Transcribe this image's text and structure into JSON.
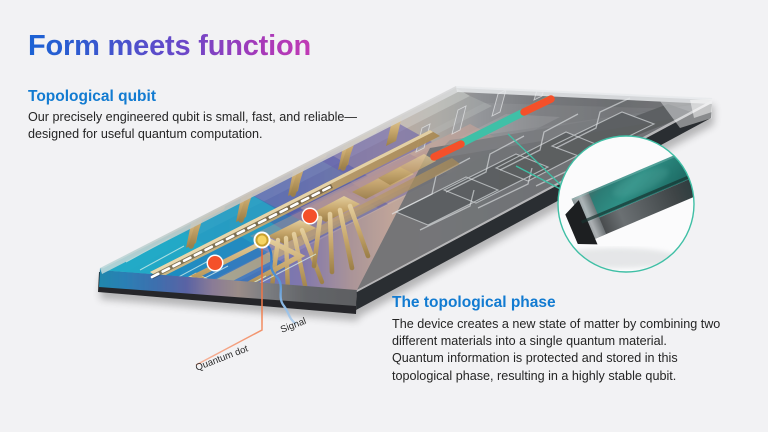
{
  "background_color": "#f2f2f4",
  "header": {
    "title": "Form meets function",
    "title_gradient_from": "#1b62d4",
    "title_gradient_to": "#c13ab5"
  },
  "sections": [
    {
      "id": "topological-qubit",
      "heading": "Topological qubit",
      "heading_color": "#127bd1",
      "body": "Our precisely engineered qubit is small, fast, and reliable—designed for useful quantum computation."
    },
    {
      "id": "topological-phase",
      "heading": "The topological phase",
      "heading_color": "#127bd1",
      "body": "The device creates a new state of matter by combining two different materials into a single quantum material. Quantum information is protected and stored in this topological phase, resulting in a highly stable qubit."
    }
  ],
  "diagram": {
    "name": "topological-qubit-chip",
    "callouts": [
      {
        "id": "quantum-dot",
        "label": "Quantum dot",
        "leader_color": "#ef5733",
        "marker_color": "#f5c344"
      },
      {
        "id": "signal",
        "label": "Signal",
        "leader_color": "#2f7fd0",
        "marker_color": "#2f7fd0"
      }
    ],
    "markers": {
      "majorana_mode_color": "#f4502a",
      "quantum_dot_color": "#f5c344",
      "nanowire_color": "#3fc0a7",
      "nanowire_end_color": "#f4502a",
      "gate_color": "#c9a86a",
      "wire_axis_style": "white-dashed"
    },
    "inset": {
      "id": "nanowire-magnifier",
      "ring_color": "#3fbfa5",
      "subject": "nanowire cross-section",
      "top_face_color": "#2e8f85",
      "side_face_color": "#4a4f52"
    },
    "chip_palette": {
      "left_end": "#2a9fbe",
      "mid": "#5a6fb0",
      "warm": "#b79c92",
      "right_end_gray": "#6e7073"
    }
  }
}
